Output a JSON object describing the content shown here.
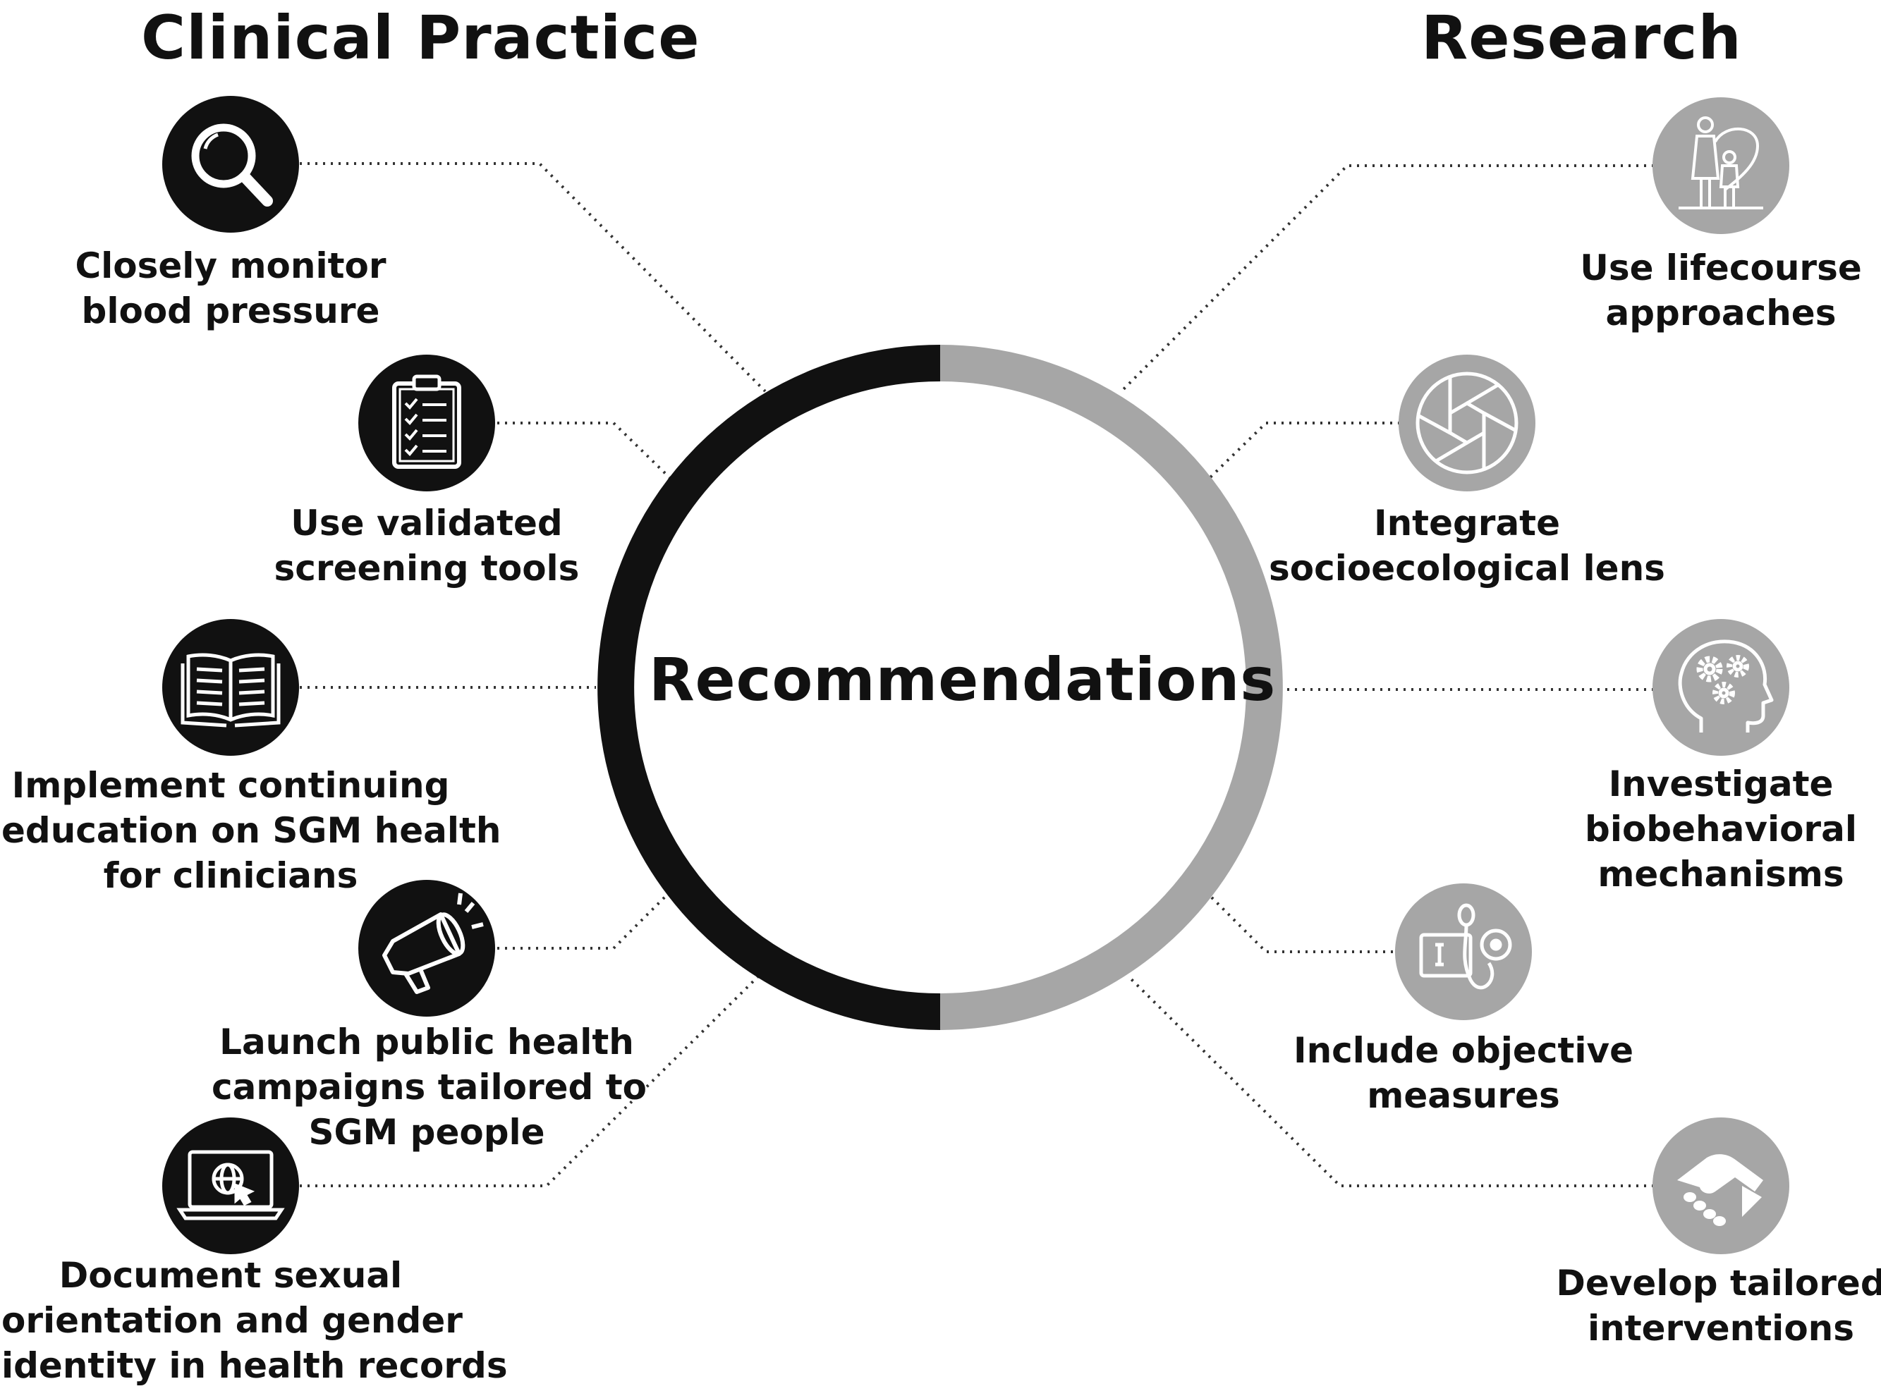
{
  "headings": {
    "left": "Clinical Practice",
    "right": "Research"
  },
  "center": {
    "label": "Recommendations"
  },
  "colors": {
    "clinical": "#111111",
    "research": "#a6a6a6",
    "connector": "#333333"
  },
  "clinical": [
    {
      "icon": "magnifier-icon",
      "lines": [
        "Closely monitor",
        "blood pressure"
      ]
    },
    {
      "icon": "clipboard-checklist-icon",
      "lines": [
        "Use validated",
        "screening tools"
      ]
    },
    {
      "icon": "open-book-icon",
      "lines": [
        "Implement continuing",
        "education on SGM health",
        "for clinicians"
      ]
    },
    {
      "icon": "megaphone-icon",
      "lines": [
        "Launch public health",
        "campaigns tailored to",
        "SGM people"
      ]
    },
    {
      "icon": "laptop-globe-icon",
      "lines": [
        "Document sexual",
        "orientation and gender",
        "identity in health records"
      ]
    }
  ],
  "research": [
    {
      "icon": "parent-child-heart-icon",
      "lines": [
        "Use lifecourse",
        "approaches"
      ]
    },
    {
      "icon": "camera-aperture-icon",
      "lines": [
        "Integrate",
        "socioecological lens"
      ]
    },
    {
      "icon": "head-gears-icon",
      "lines": [
        "Investigate",
        "biobehavioral",
        "mechanisms"
      ]
    },
    {
      "icon": "blood-pressure-monitor-icon",
      "lines": [
        "Include objective",
        "measures"
      ]
    },
    {
      "icon": "handshake-icon",
      "lines": [
        "Develop tailored",
        "interventions"
      ]
    }
  ]
}
